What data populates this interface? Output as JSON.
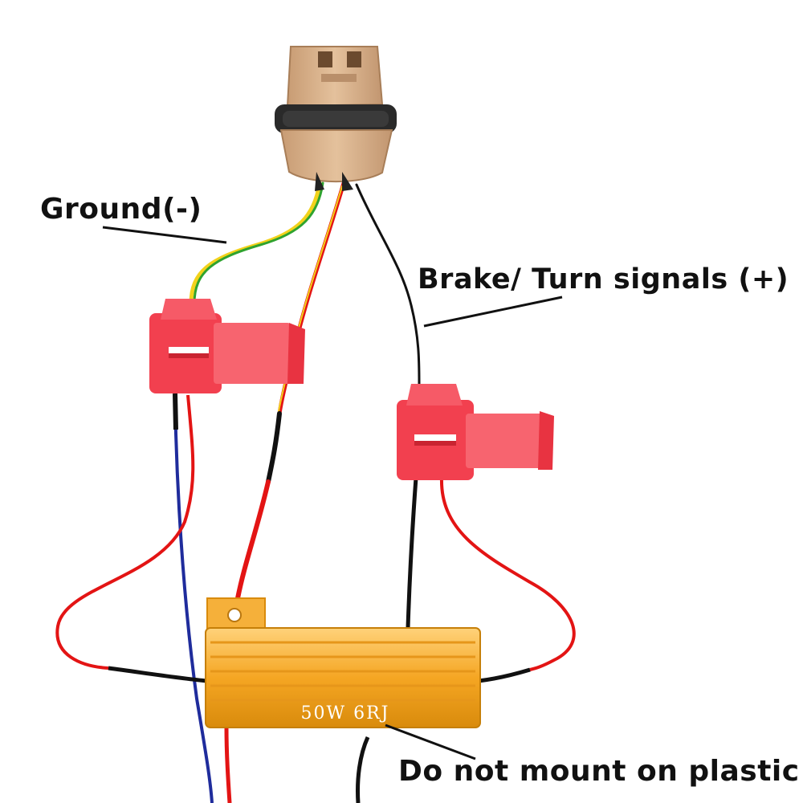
{
  "labels": {
    "ground": "Ground(-)",
    "brake_turn": "Brake/ Turn signals (+)",
    "mount_warning": "Do not mount on plastic"
  },
  "resistor": {
    "marking": "50W 6RJ"
  },
  "colors": {
    "socket": "#d9b48f",
    "gasket": "#2a2a2a",
    "tap_connector": "#f2404f",
    "resistor_body": "#f5a623",
    "wire_red": "#e31414",
    "wire_black": "#111111",
    "wire_blue": "#1f2c9c",
    "wire_green": "#2fa32f",
    "wire_yellow": "#f2d21b"
  },
  "icons": {
    "socket": "bulb-socket-icon",
    "tap": "quick-splice-tap-icon",
    "resistor": "load-resistor-icon"
  }
}
